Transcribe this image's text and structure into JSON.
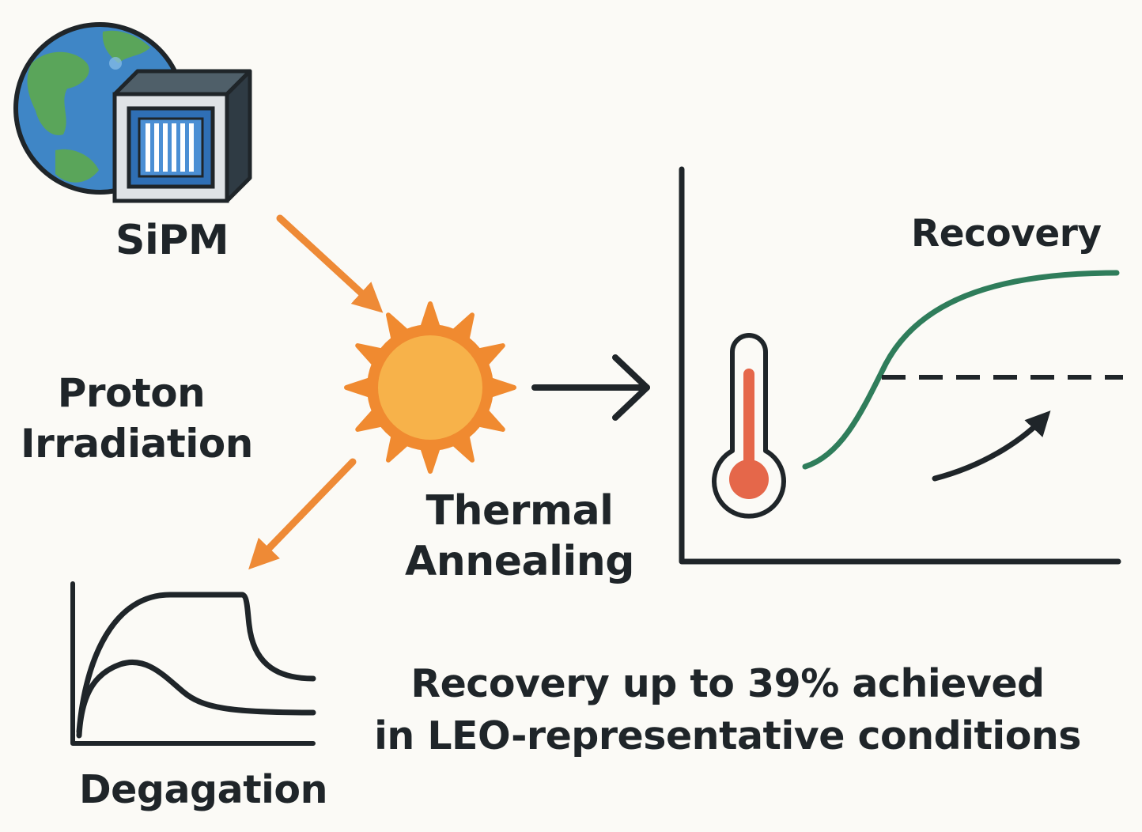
{
  "labels": {
    "sipm": "SiPM",
    "proton_line1": "Proton",
    "proton_line2": "Irradiation",
    "thermal_line1": "Thermal",
    "thermal_line2": "Annealing",
    "recovery": "Recovery",
    "degradation": "Degagation",
    "summary_line1": "Recovery up to 39% achieved",
    "summary_line2": "in LEO-representative conditions"
  },
  "icons": {
    "globe": "earth-globe-icon",
    "detector": "sipm-detector-icon",
    "sun": "sun-icon",
    "thermometer": "thermometer-icon"
  },
  "colors": {
    "orange_arrow": "#ee8a36",
    "sun_fill": "#f7b24a",
    "sun_rays": "#f08a30",
    "dark_ink": "#1f2529",
    "recovery_curve": "#2f7d5b",
    "thermometer_red": "#e5674a",
    "globe_ocean": "#3f86c6",
    "globe_land": "#5aa55a",
    "chip_blue": "#2f6fb5"
  }
}
